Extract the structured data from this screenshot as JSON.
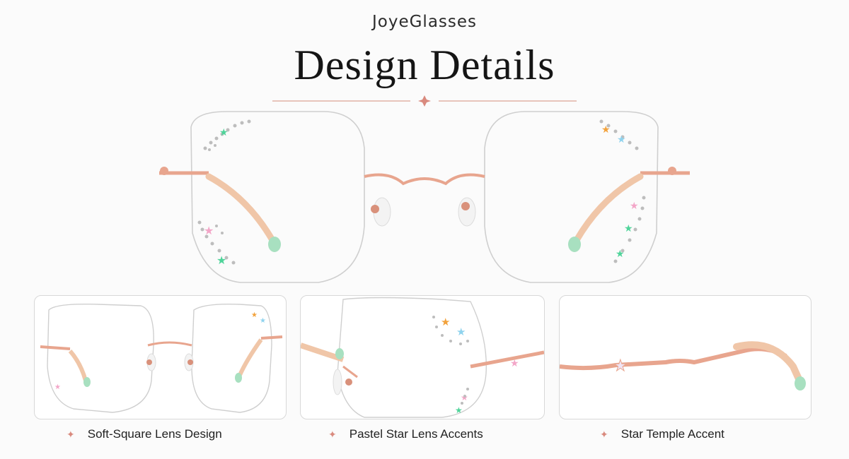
{
  "brand": "JoyeGlasses",
  "title": "Design Details",
  "features": [
    {
      "label": "Soft-Square Lens Design",
      "icon": "sparkle-icon"
    },
    {
      "label": "Pastel Star Lens Accents",
      "icon": "sparkle-icon"
    },
    {
      "label": "Star Temple Accent",
      "icon": "sparkle-icon"
    }
  ],
  "colors": {
    "accent": "#d98a7e",
    "frame": "#e8a58e",
    "temple_tip": "#a8e0c0",
    "star_green": "#4fd49a",
    "star_pink": "#f3a6c8",
    "star_orange": "#f2a23c",
    "star_blue": "#8fd3ee"
  }
}
